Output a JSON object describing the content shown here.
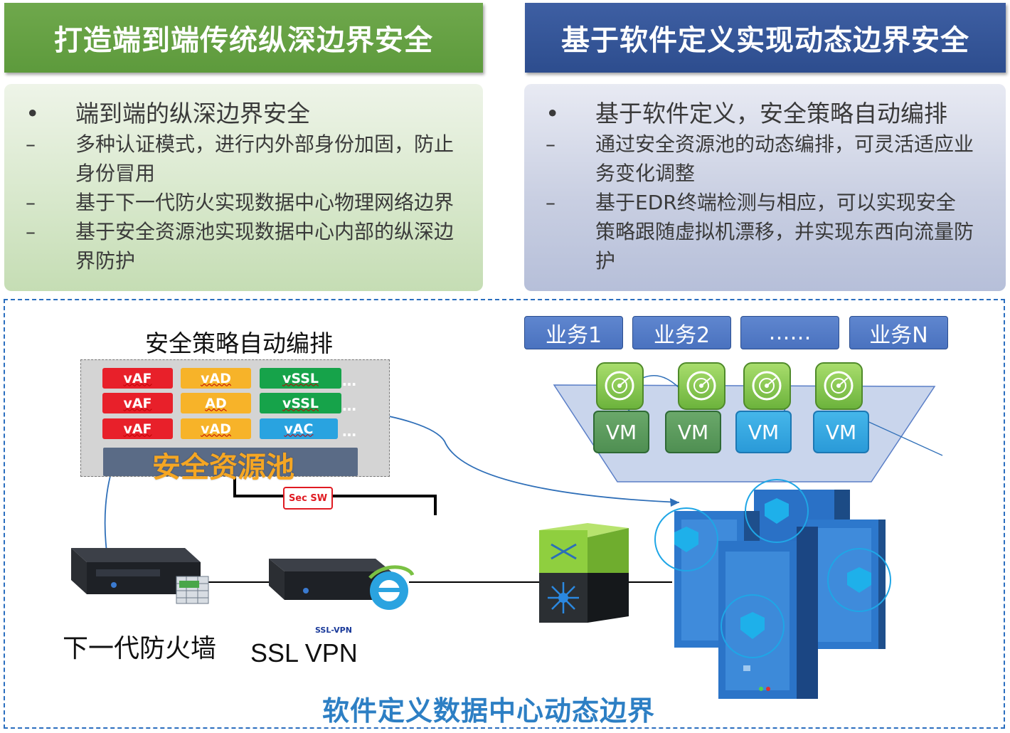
{
  "header": {
    "left_title": "打造端到端传统纵深边界安全",
    "right_title": "基于软件定义实现动态边界安全"
  },
  "left_panel": {
    "bullet": "端到端的纵深边界安全",
    "items": [
      [
        "多种认证模式，进行内外部身份加固，防止",
        "身份冒用"
      ],
      [
        "基于下一代防火实现数据中心物理网络边界"
      ],
      [
        "基于安全资源池实现数据中心内部的纵深边",
        "界防护"
      ]
    ]
  },
  "right_panel": {
    "bullet": "基于软件定义，安全策略自动编排",
    "items": [
      [
        "通过安全资源池的动态编排，可灵活适应业",
        "务变化调整"
      ],
      [
        "基于EDR终端检测与相应，可以实现安全",
        "策略跟随虚拟机漂移，并实现东西向流量防",
        "护"
      ]
    ]
  },
  "diagram": {
    "policy_title": "安全策略自动编排",
    "pool_label": "安全资源池",
    "tiles": {
      "r1": [
        "vAF",
        "vAD",
        "vSSL"
      ],
      "r2": [
        "vAF",
        "AD",
        "vSSL"
      ],
      "r3": [
        "vAF",
        "vAD",
        "vAC"
      ]
    },
    "ellipsis": "…",
    "sec_switch": "Sec SW",
    "services": [
      "业务1",
      "业务2",
      "……",
      "业务N"
    ],
    "vm_label": "VM",
    "firewall_label": "下一代防火墙",
    "ssl_label": "SSL  VPN",
    "ssl_small": "SSL-VPN",
    "footer": "软件定义数据中心动态边界"
  },
  "colors": {
    "green_header": "#5d9a3c",
    "blue_header": "#2d4d8e",
    "pool_orange": "#f5a623",
    "footer_blue": "#2d7fc4",
    "tile_red": "#e8202a",
    "tile_amber": "#f7b329",
    "tile_green": "#16a34a",
    "tile_blue": "#29a3e0"
  }
}
